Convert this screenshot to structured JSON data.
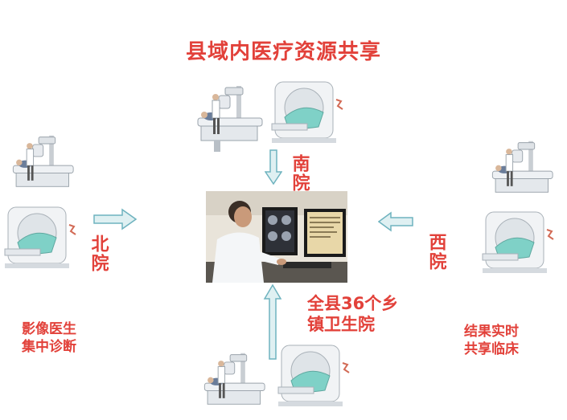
{
  "title": "县域内医疗资源共享",
  "labels": {
    "south": "南院",
    "north": "北院",
    "west": "西院",
    "township": [
      "全县36个乡",
      "镇卫生院"
    ]
  },
  "captions": {
    "left": [
      "影像医生",
      "集中诊断"
    ],
    "right": [
      "结果实时",
      "共享临床"
    ]
  },
  "colors": {
    "accent": "#e2413a",
    "arrow_fill": "#dff0f2",
    "arrow_stroke": "#6fb3bf",
    "ct_cushion": "#7fd1c7"
  }
}
